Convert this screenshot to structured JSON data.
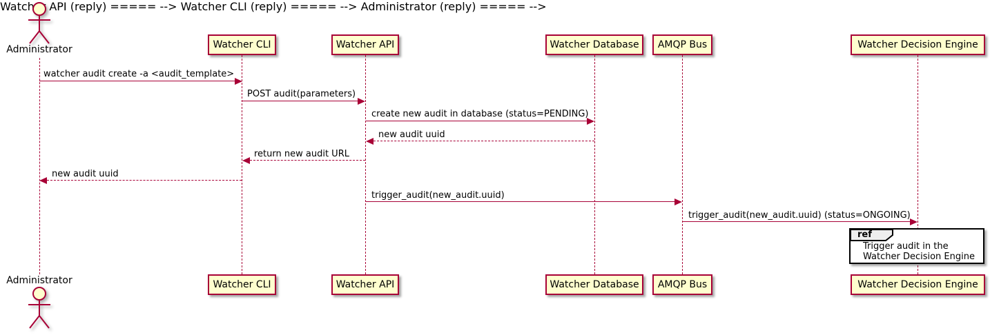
{
  "diagram": {
    "type": "uml-sequence-diagram",
    "colors": {
      "participant_fill": "#FEFECE",
      "participant_border": "#A80036",
      "line_color": "#A80036",
      "text_color": "#000000",
      "ref_border": "#000000",
      "ref_header_fill": "#EEEEEE"
    },
    "participants": [
      {
        "label": "Administrator",
        "kind": "actor"
      },
      {
        "label": "Watcher CLI",
        "kind": "participant"
      },
      {
        "label": "Watcher API",
        "kind": "participant"
      },
      {
        "label": "Watcher Database",
        "kind": "participant"
      },
      {
        "label": "AMQP Bus",
        "kind": "participant"
      },
      {
        "label": "Watcher Decision Engine",
        "kind": "participant"
      }
    ],
    "messages": [
      {
        "from": "Administrator",
        "to": "Watcher CLI",
        "line": "solid",
        "text": "watcher audit create -a <audit_template>"
      },
      {
        "from": "Watcher CLI",
        "to": "Watcher API",
        "line": "solid",
        "text": "POST audit(parameters)"
      },
      {
        "from": "Watcher API",
        "to": "Watcher Database",
        "line": "solid",
        "text": "create new audit in database (status=PENDING)"
      },
      {
        "from": "Watcher Database",
        "to": "Watcher API",
        "line": "dashed",
        "text": "new audit uuid"
      },
      {
        "from": "Watcher API",
        "to": "Watcher CLI",
        "line": "dashed",
        "text": "return new audit URL"
      },
      {
        "from": "Watcher CLI",
        "to": "Administrator",
        "line": "dashed",
        "text": "new audit uuid"
      },
      {
        "from": "Watcher API",
        "to": "AMQP Bus",
        "line": "solid",
        "text": "trigger_audit(new_audit.uuid)"
      },
      {
        "from": "AMQP Bus",
        "to": "Watcher Decision Engine",
        "line": "solid",
        "text": "trigger_audit(new_audit.uuid) (status=ONGOING)"
      }
    ],
    "ref": {
      "keyword": "ref",
      "over": "Watcher Decision Engine",
      "text_line1": "Trigger audit in the",
      "text_line2": "Watcher Decision Engine"
    }
  }
}
